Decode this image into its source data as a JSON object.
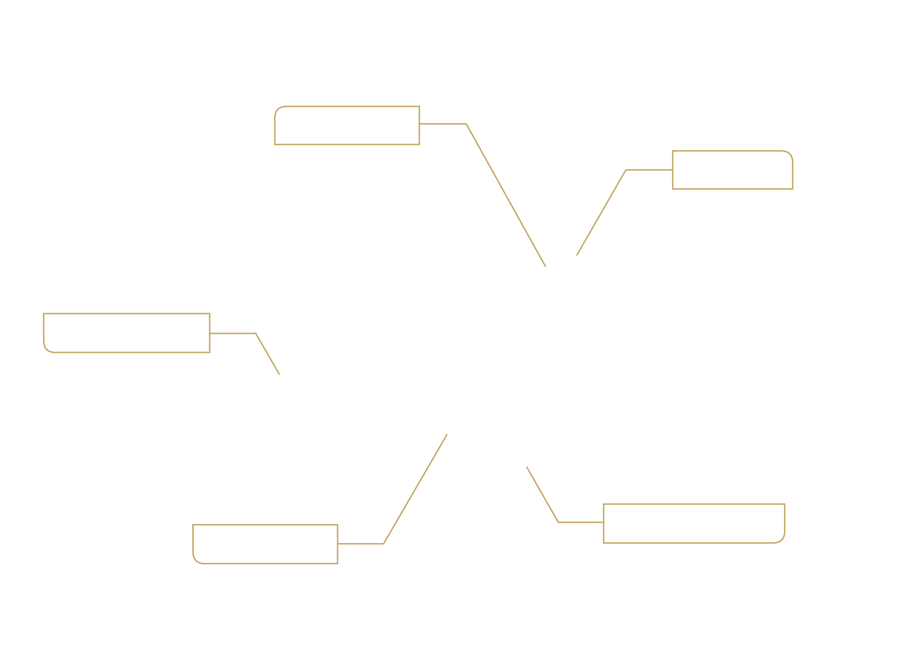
{
  "diagram": {
    "colors": {
      "background": "#ffffff",
      "stroke": "#b89a4a"
    },
    "callouts": [
      {
        "id": "top-center",
        "label": ""
      },
      {
        "id": "top-right",
        "label": ""
      },
      {
        "id": "middle-left",
        "label": ""
      },
      {
        "id": "bottom-left",
        "label": ""
      },
      {
        "id": "bottom-right",
        "label": ""
      }
    ]
  }
}
